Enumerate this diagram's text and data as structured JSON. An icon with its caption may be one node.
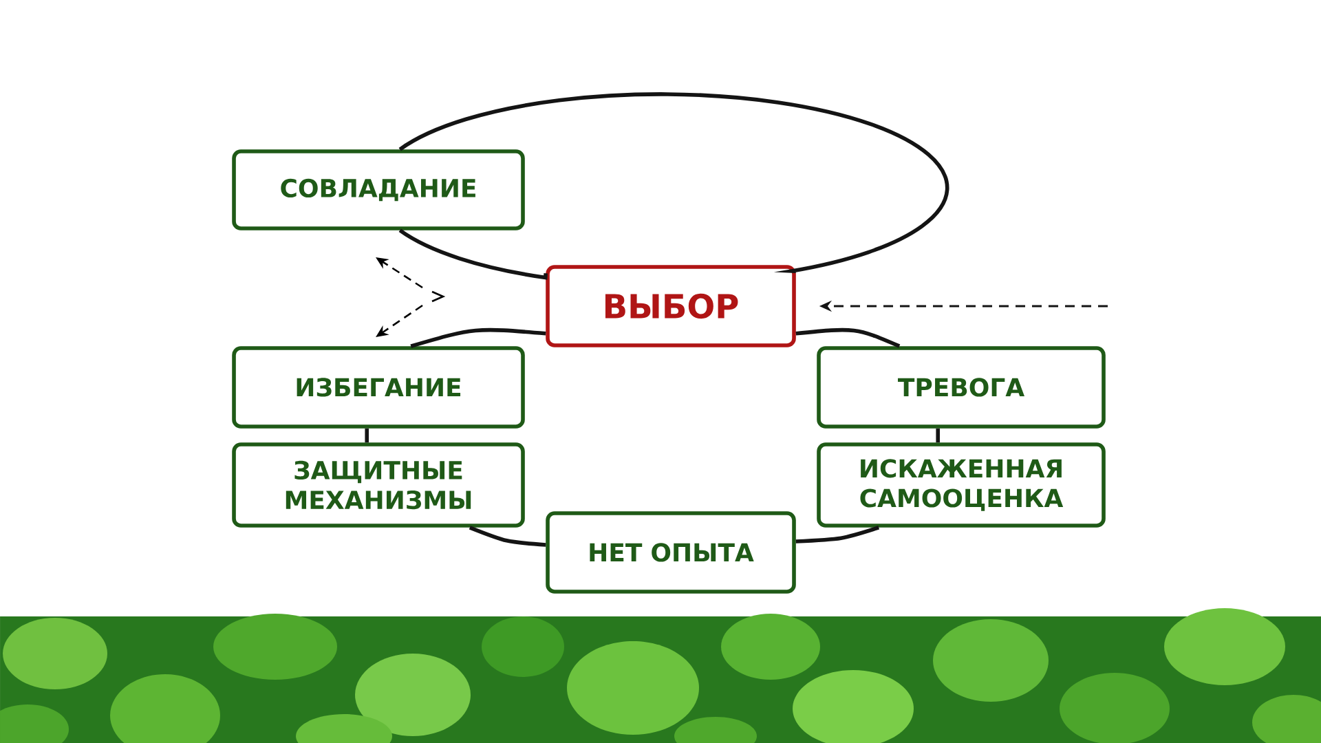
{
  "diagram": {
    "nodes": [
      {
        "text": [
          "СОВЛАДАНИЕ"
        ]
      },
      {
        "text": [
          "ВЫБОР"
        ]
      },
      {
        "text": [
          "ИЗБЕГАНИЕ"
        ]
      },
      {
        "text": [
          "ТРЕВОГА"
        ]
      },
      {
        "text": [
          "ЗАЩИТНЫЕ МЕХАНИЗМЫ"
        ]
      },
      {
        "text": [
          "ИСКАЖЕННАЯ САМООЦЕНКА"
        ]
      },
      {
        "text": [
          "НЕТ ОПЫТА"
        ]
      }
    ],
    "edges": [
      {
        "from": 0,
        "to": 1,
        "arrow": "none"
      },
      {
        "from": 0,
        "to": 1,
        "arrow": "none"
      },
      {
        "from": 1,
        "to": 2,
        "arrow": "none"
      },
      {
        "from": 2,
        "to": 4,
        "arrow": "none"
      },
      {
        "from": 4,
        "to": 6,
        "arrow": "none"
      },
      {
        "from": 6,
        "to": 5,
        "arrow": "none"
      },
      {
        "from": 5,
        "to": 3,
        "arrow": "none"
      },
      {
        "from": 3,
        "to": 1,
        "arrow": "none"
      },
      {
        "from": null,
        "to": 1,
        "arrow": "to",
        "style": "dashed"
      }
    ]
  }
}
